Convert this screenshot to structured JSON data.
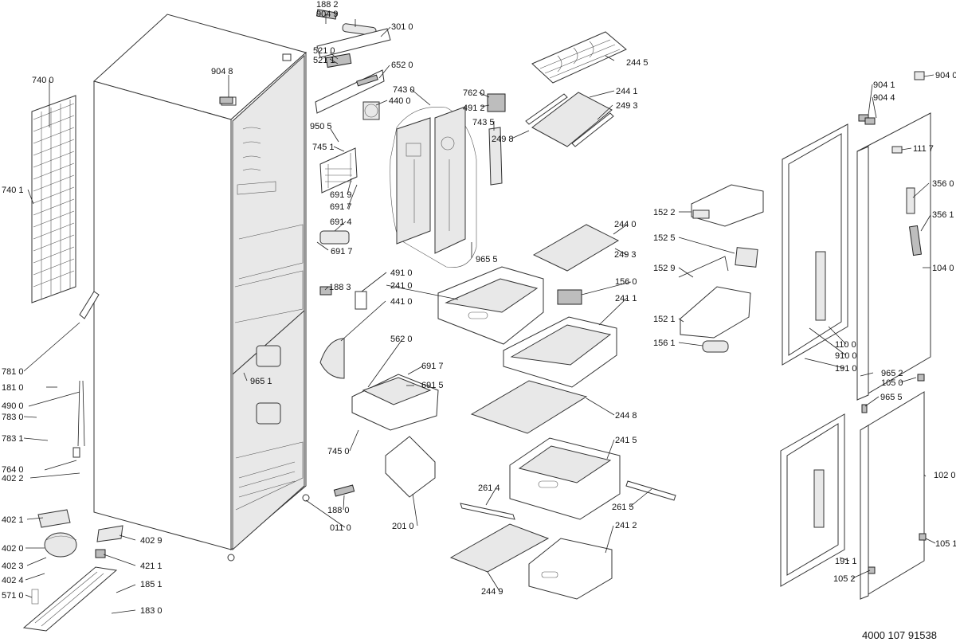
{
  "diagram": {
    "reference_number": "4000 107 91538",
    "labels": {
      "c188_2": "188 2",
      "c904_9": "904 9",
      "c301_0": "301 0",
      "c521_0": "521 0",
      "c521_1": "521 1",
      "c652_0": "652 0",
      "c904_8": "904 8",
      "c743_0": "743 0",
      "c440_0": "440 0",
      "c762_0": "762 0",
      "c491_2": "491 2",
      "c743_5": "743 5",
      "c244_5": "244 5",
      "c244_1": "244 1",
      "c249_3a": "249 3",
      "c249_8": "249 8",
      "c950_5": "950 5",
      "c745_1": "745 1",
      "c691_9": "691 9",
      "c691_7a": "691 7",
      "c691_4": "691 4",
      "c691_7b": "691 7",
      "c965_5a": "965 5",
      "c244_0": "244 0",
      "c249_3b": "249 3",
      "c740_0": "740 0",
      "c740_1": "740 1",
      "c188_3": "188 3",
      "c491_0": "491 0",
      "c241_0": "241 0",
      "c441_0": "441 0",
      "c156_0": "156 0",
      "c241_1": "241 1",
      "c562_0": "562 0",
      "c691_7c": "691 7",
      "c691_5": "691 5",
      "c781_0": "781 0",
      "c181_0": "181 0",
      "c965_1": "965 1",
      "c490_0": "490 0",
      "c783_0": "783 0",
      "c783_1": "783 1",
      "c745_0": "745 0",
      "c244_8": "244 8",
      "c241_5": "241 5",
      "c764_0": "764 0",
      "c402_2": "402 2",
      "c261_4": "261 4",
      "c261_5": "261 5",
      "c188_0": "188 0",
      "c201_0": "201 0",
      "c011_0": "011 0",
      "c402_1": "402 1",
      "c402_9": "402 9",
      "c402_0": "402 0",
      "c402_3": "402 3",
      "c421_1": "421 1",
      "c402_4": "402 4",
      "c185_1": "185 1",
      "c571_0": "571 0",
      "c183_0": "183 0",
      "c241_2": "241 2",
      "c244_9": "244 9",
      "c152_2": "152 2",
      "c152_5": "152 5",
      "c152_9": "152 9",
      "c152_1": "152 1",
      "c156_1": "156 1",
      "c904_1": "904 1",
      "c904_4": "904 4",
      "c904_0": "904 0",
      "c111_7": "111 7",
      "c356_0": "356 0",
      "c356_1": "356 1",
      "c104_0": "104 0",
      "c110_0": "110 0",
      "c910_0": "910 0",
      "c191_0": "191 0",
      "c965_2": "965 2",
      "c105_0": "105 0",
      "c965_5b": "965 5",
      "c102_0": "102 0",
      "c105_1": "105 1",
      "c191_1": "191 1",
      "c105_2": "105 2"
    }
  }
}
